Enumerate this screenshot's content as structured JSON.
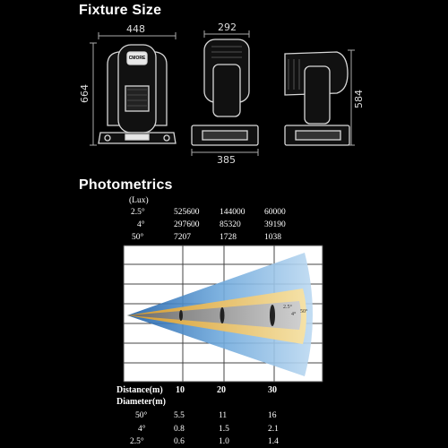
{
  "fixture": {
    "title": "Fixture Size",
    "width_front": "448",
    "depth_side": "292",
    "height_front": "664",
    "base_side": "385",
    "height_back": "584",
    "logo_text": "CMORE"
  },
  "photometrics": {
    "title": "Photometrics",
    "lux_label": "(Lux)",
    "rows": [
      {
        "angle": "2.5°",
        "values": [
          "525600",
          "144000",
          "60000"
        ]
      },
      {
        "angle": "4°",
        "values": [
          "297600",
          "85320",
          "39190"
        ]
      },
      {
        "angle": "50°",
        "values": [
          "7207",
          "1728",
          "1038"
        ]
      }
    ],
    "distance_label": "Distance(m)",
    "diameter_label": "Diameter(m)",
    "distances": [
      "10",
      "20",
      "30"
    ],
    "diameter_rows": [
      {
        "angle": "50°",
        "values": [
          "5.5",
          "11",
          "16"
        ]
      },
      {
        "angle": "4°",
        "values": [
          "0.8",
          "1.5",
          "2.1"
        ]
      },
      {
        "angle": "2.5°",
        "values": [
          "0.6",
          "1.0",
          "1.4"
        ]
      }
    ],
    "beam_labels": [
      "2.5°",
      "4°",
      "50°"
    ],
    "colors": {
      "chart_bg": "#ffffff",
      "wide_beam": "#3f86c8",
      "mid_beam": "#e7c15a",
      "narrow_beam": "#9a9a9a"
    }
  }
}
